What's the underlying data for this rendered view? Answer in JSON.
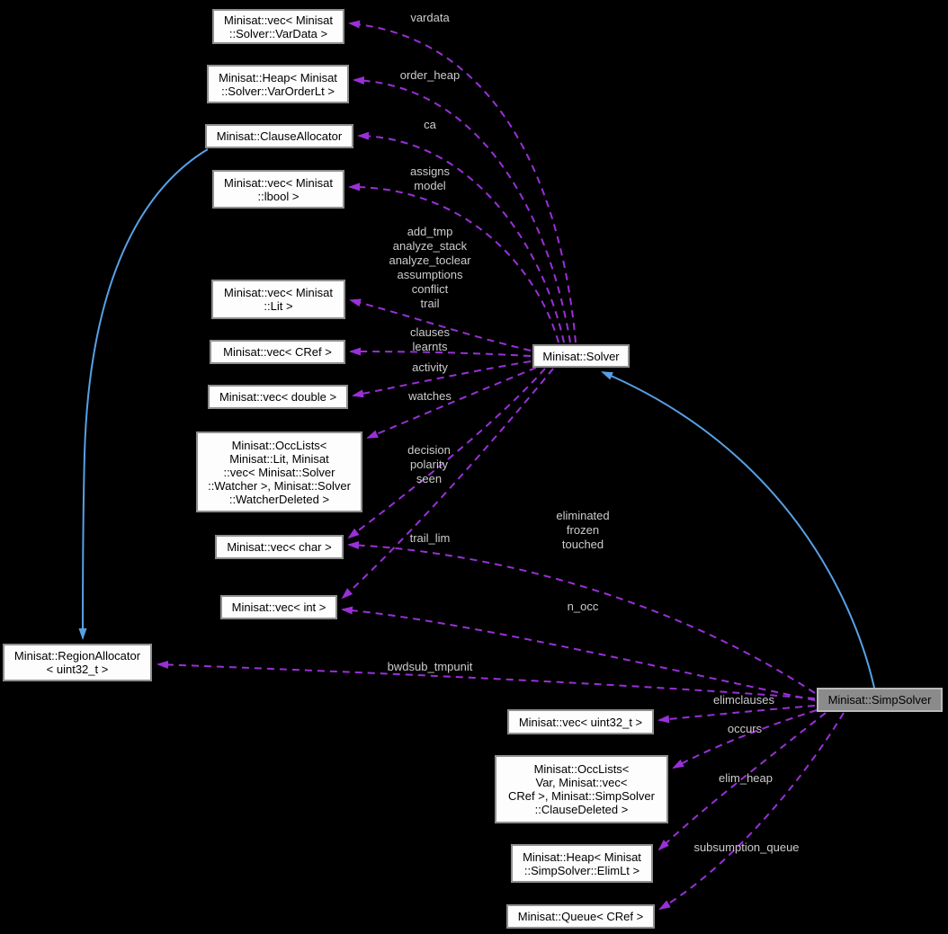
{
  "diagram": {
    "type": "collaboration-graph",
    "subject": "Minisat::SimpSolver",
    "colors": {
      "background": "#000000",
      "usage_edge": "#9a30d8",
      "inheritance_edge": "#58a0e6",
      "node_background": "#fdfdfd",
      "node_border": "#8f8f8f",
      "node_text": "#000000",
      "highlight_node_background": "#8b8b8b",
      "edge_label_text": "#cccccc"
    },
    "nodes": [
      {
        "label": "Minisat::vec< Minisat\n::Solver::VarData >"
      },
      {
        "label": "Minisat::Heap< Minisat\n::Solver::VarOrderLt >"
      },
      {
        "label": "Minisat::ClauseAllocator"
      },
      {
        "label": "Minisat::vec< Minisat\n::lbool >"
      },
      {
        "label": "Minisat::vec< Minisat\n::Lit >"
      },
      {
        "label": "Minisat::vec< CRef >"
      },
      {
        "label": "Minisat::vec< double >"
      },
      {
        "label": "Minisat::OccLists<\nMinisat::Lit, Minisat\n::vec< Minisat::Solver\n::Watcher >, Minisat::Solver\n::WatcherDeleted >"
      },
      {
        "label": "Minisat::vec< char >"
      },
      {
        "label": "Minisat::vec< int >"
      },
      {
        "label": "Minisat::RegionAllocator\n< uint32_t >"
      },
      {
        "label": "Minisat::Solver"
      },
      {
        "label": "Minisat::SimpSolver"
      },
      {
        "label": "Minisat::vec< uint32_t >"
      },
      {
        "label": "Minisat::OccLists<\nVar, Minisat::vec<\nCRef >, Minisat::SimpSolver\n::ClauseDeleted >"
      },
      {
        "label": "Minisat::Heap< Minisat\n::SimpSolver::ElimLt >"
      },
      {
        "label": "Minisat::Queue< CRef >"
      }
    ],
    "edge_labels": [
      {
        "text": "vardata"
      },
      {
        "text": "order_heap"
      },
      {
        "text": "ca"
      },
      {
        "text": "assigns\nmodel"
      },
      {
        "text": "add_tmp\nanalyze_stack\nanalyze_toclear\nassumptions\nconflict\ntrail"
      },
      {
        "text": "clauses\nlearnts"
      },
      {
        "text": "activity"
      },
      {
        "text": "watches"
      },
      {
        "text": "decision\npolarity\nseen"
      },
      {
        "text": "trail_lim"
      },
      {
        "text": "eliminated\nfrozen\ntouched"
      },
      {
        "text": "n_occ"
      },
      {
        "text": "bwdsub_tmpunit"
      },
      {
        "text": "elimclauses"
      },
      {
        "text": "occurs"
      },
      {
        "text": "elim_heap"
      },
      {
        "text": "subsumption_queue"
      }
    ],
    "edges": [
      {
        "from": "Minisat::Solver",
        "to": "Minisat::vec< Minisat::Solver::VarData >",
        "label": "vardata",
        "style": "usage"
      },
      {
        "from": "Minisat::Solver",
        "to": "Minisat::Heap< Minisat::Solver::VarOrderLt >",
        "label": "order_heap",
        "style": "usage"
      },
      {
        "from": "Minisat::Solver",
        "to": "Minisat::ClauseAllocator",
        "label": "ca",
        "style": "usage"
      },
      {
        "from": "Minisat::Solver",
        "to": "Minisat::vec< Minisat::lbool >",
        "label": "assigns, model",
        "style": "usage"
      },
      {
        "from": "Minisat::Solver",
        "to": "Minisat::vec< Minisat::Lit >",
        "label": "add_tmp, analyze_stack, analyze_toclear, assumptions, conflict, trail",
        "style": "usage"
      },
      {
        "from": "Minisat::Solver",
        "to": "Minisat::vec< CRef >",
        "label": "clauses, learnts",
        "style": "usage"
      },
      {
        "from": "Minisat::Solver",
        "to": "Minisat::vec< double >",
        "label": "activity",
        "style": "usage"
      },
      {
        "from": "Minisat::Solver",
        "to": "Minisat::OccLists< Minisat::Lit, Minisat::vec< Minisat::Solver::Watcher >, Minisat::Solver::WatcherDeleted >",
        "label": "watches",
        "style": "usage"
      },
      {
        "from": "Minisat::Solver",
        "to": "Minisat::vec< char >",
        "label": "decision, polarity, seen",
        "style": "usage"
      },
      {
        "from": "Minisat::Solver",
        "to": "Minisat::vec< int >",
        "label": "trail_lim",
        "style": "usage"
      },
      {
        "from": "Minisat::SimpSolver",
        "to": "Minisat::vec< char >",
        "label": "eliminated, frozen, touched",
        "style": "usage"
      },
      {
        "from": "Minisat::SimpSolver",
        "to": "Minisat::vec< int >",
        "label": "n_occ",
        "style": "usage"
      },
      {
        "from": "Minisat::SimpSolver",
        "to": "Minisat::RegionAllocator< uint32_t >",
        "label": "bwdsub_tmpunit",
        "style": "usage"
      },
      {
        "from": "Minisat::SimpSolver",
        "to": "Minisat::vec< uint32_t >",
        "label": "elimclauses",
        "style": "usage"
      },
      {
        "from": "Minisat::SimpSolver",
        "to": "Minisat::OccLists< Var, Minisat::vec< CRef >, Minisat::SimpSolver::ClauseDeleted >",
        "label": "occurs",
        "style": "usage"
      },
      {
        "from": "Minisat::SimpSolver",
        "to": "Minisat::Heap< Minisat::SimpSolver::ElimLt >",
        "label": "elim_heap",
        "style": "usage"
      },
      {
        "from": "Minisat::SimpSolver",
        "to": "Minisat::Queue< CRef >",
        "label": "subsumption_queue",
        "style": "usage"
      },
      {
        "from": "Minisat::SimpSolver",
        "to": "Minisat::Solver",
        "label": "",
        "style": "inheritance"
      },
      {
        "from": "Minisat::ClauseAllocator",
        "to": "Minisat::RegionAllocator< uint32_t >",
        "label": "",
        "style": "inheritance"
      }
    ]
  }
}
